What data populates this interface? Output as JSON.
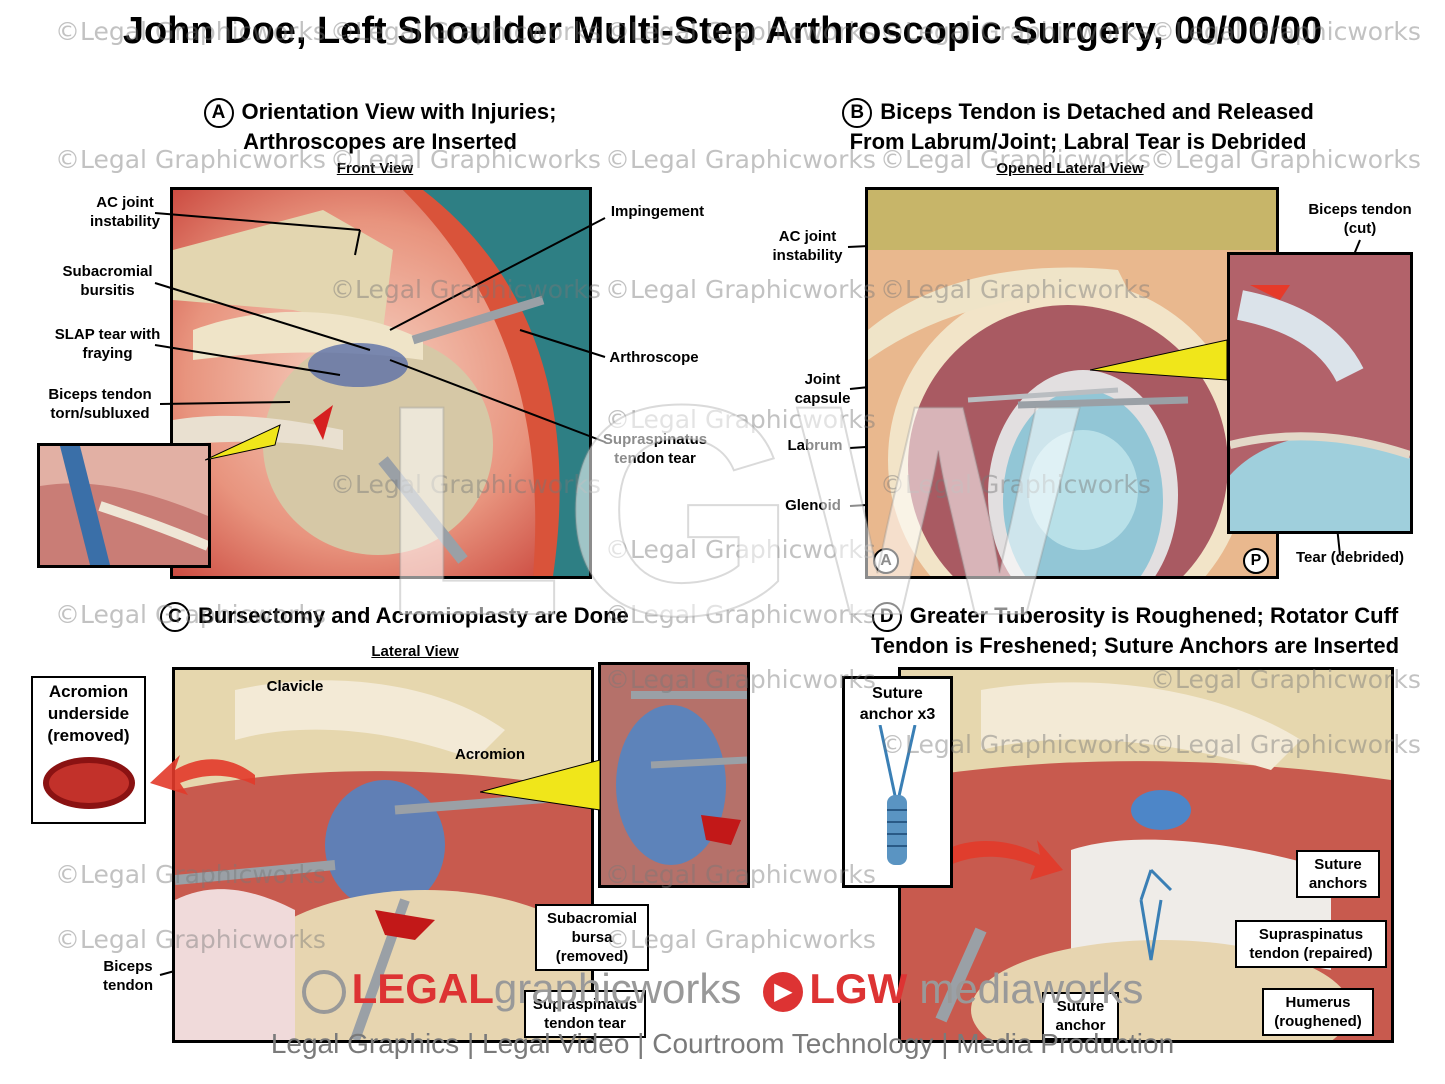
{
  "title": "John Doe, Left Shoulder Multi-Step Arthroscopic Surgery, 00/00/00",
  "panels": {
    "a": {
      "letter": "A",
      "title_line1": "Orientation View with Injuries;",
      "title_line2": "Arthroscopes are Inserted",
      "view": "Front View",
      "labels": {
        "ac_joint": "AC joint instability",
        "subacromial": "Subacromial bursitis",
        "slap": "SLAP tear with fraying",
        "biceps": "Biceps tendon torn/subluxed",
        "impingement": "Impingement",
        "arthroscope": "Arthroscope",
        "supraspinatus": "Supraspinatus tendon tear"
      }
    },
    "b": {
      "letter": "B",
      "title_line1": "Biceps Tendon is Detached and Released",
      "title_line2": "From Labrum/Joint; Labral Tear is Debrided",
      "view": "Opened Lateral View",
      "labels": {
        "ac_joint": "AC joint instability",
        "joint_capsule": "Joint capsule",
        "labrum": "Labrum",
        "glenoid": "Glenoid",
        "biceps_cut": "Biceps tendon (cut)",
        "tear_debrided": "Tear (debrided)",
        "badge_a": "A",
        "badge_p": "P"
      }
    },
    "c": {
      "letter": "C",
      "title": "Bursectomy and Acromioplasty are Done",
      "view": "Lateral View",
      "labels": {
        "acromion_underside": "Acromion underside (removed)",
        "clavicle": "Clavicle",
        "acromion": "Acromion",
        "subacromial_bursa": "Subacromial bursa (removed)",
        "biceps": "Biceps tendon",
        "supraspinatus": "Supraspinatus tendon tear"
      }
    },
    "d": {
      "letter": "D",
      "title_line1": "Greater Tuberosity is Roughened; Rotator Cuff",
      "title_line2": "Tendon is Freshened; Suture Anchors are Inserted",
      "labels": {
        "suture_anchor_x3": "Suture anchor x3",
        "suture_anchors": "Suture anchors",
        "supraspinatus_repaired": "Supraspinatus tendon (repaired)",
        "suture_anchor": "Suture anchor",
        "humerus": "Humerus (roughened)"
      }
    }
  },
  "watermark": "©Legal Graphicworks",
  "big_watermark": "LGW",
  "brand": {
    "legal": "LEGAL",
    "graphicworks": "graphicworks",
    "lgw": "LGW",
    "mediaworks": "mediaworks"
  },
  "footer": "Legal Graphics | Legal Video | Courtroom Technology | Media Production"
}
